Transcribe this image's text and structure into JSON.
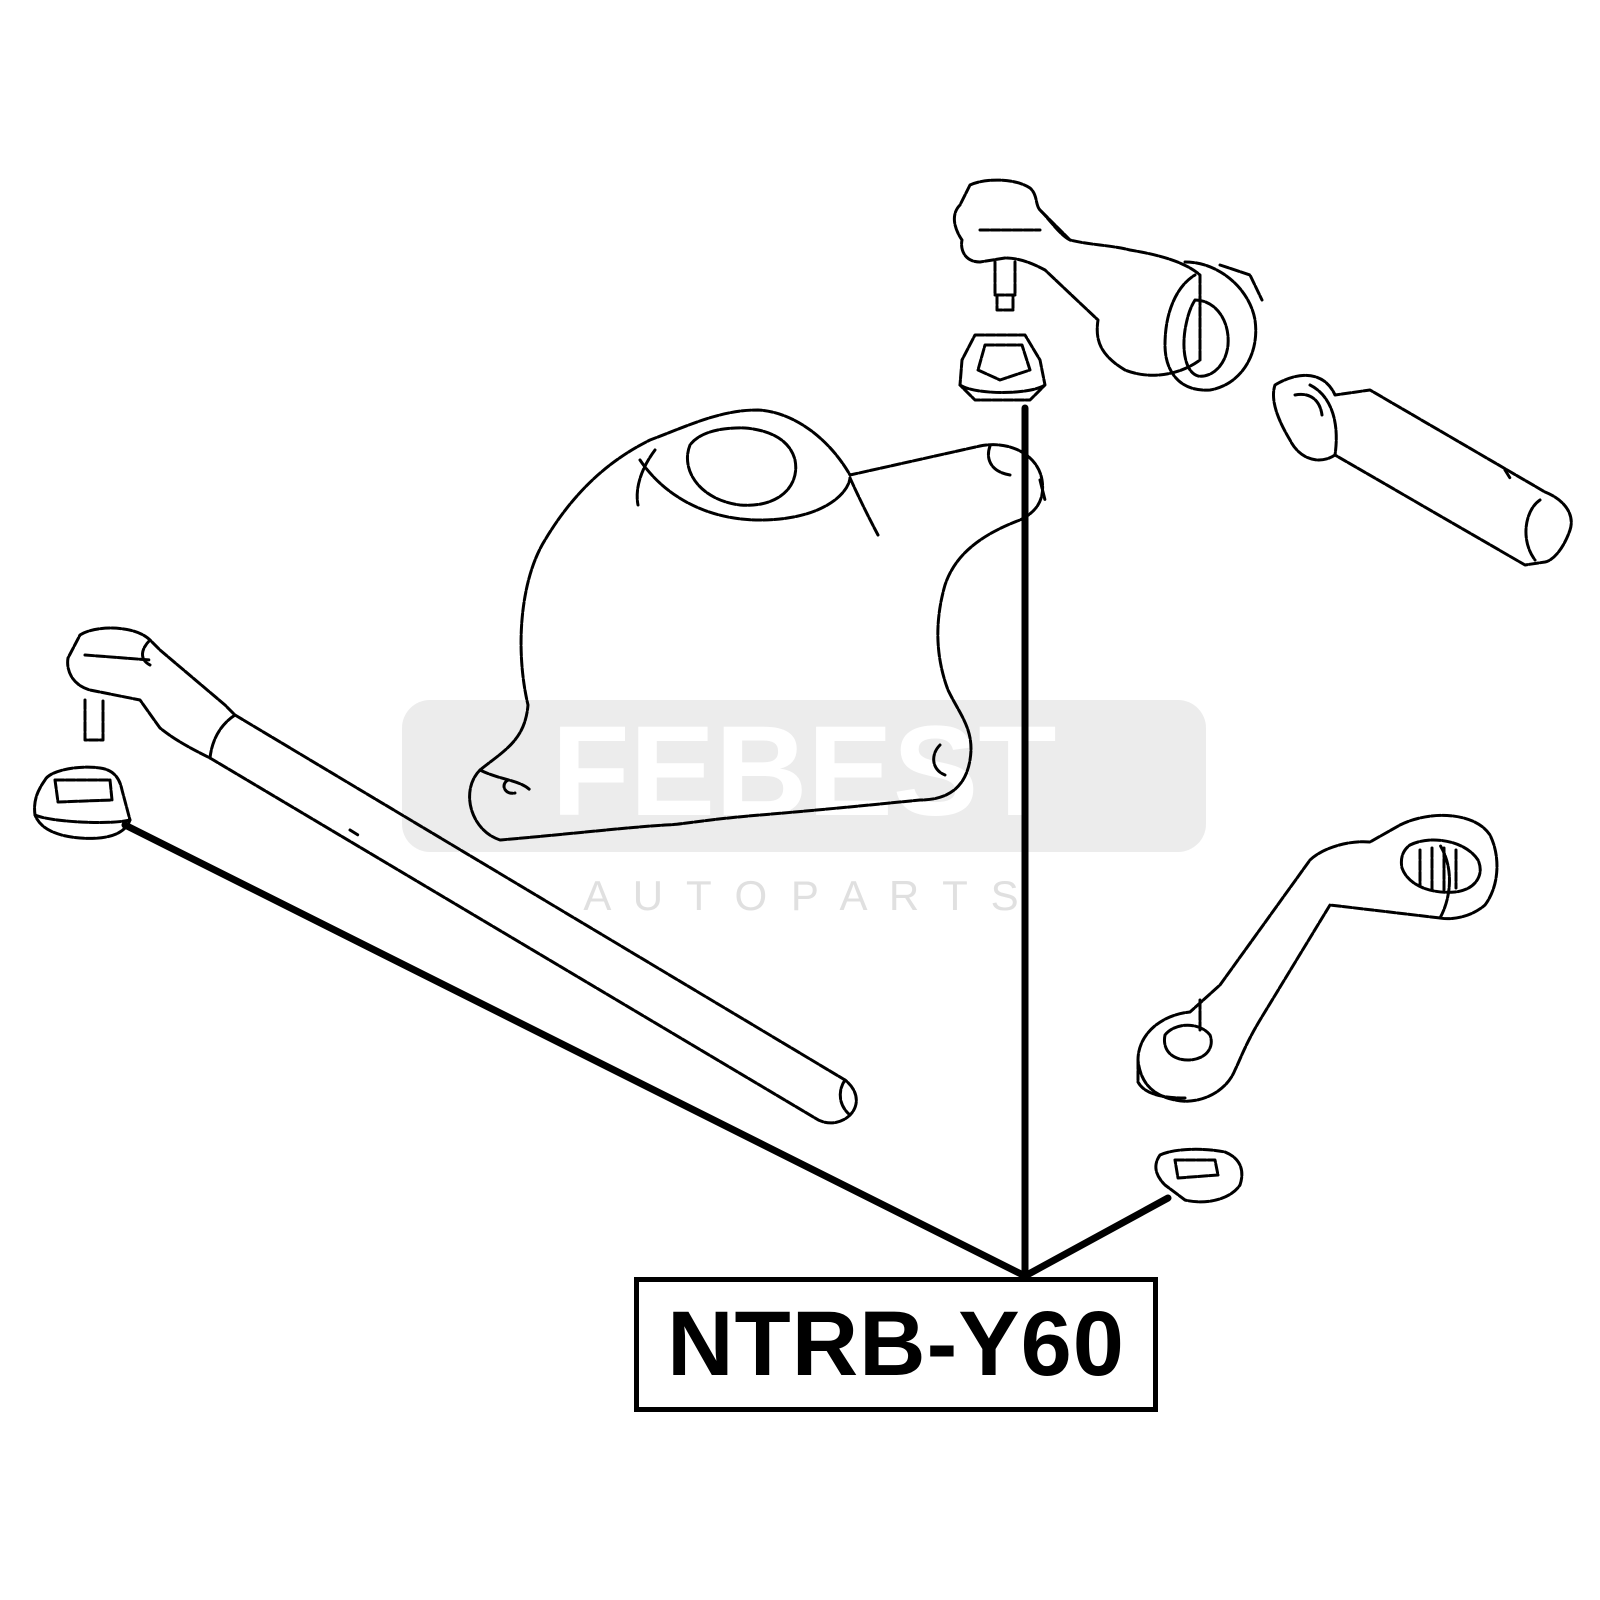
{
  "watermark": {
    "brand": "FEBEST",
    "tagline": "A U T O   P A R T S",
    "color": "#e6e6e6"
  },
  "part_label": {
    "number": "NTRB-Y60"
  },
  "colors": {
    "line": "#000000",
    "background": "#ffffff"
  }
}
